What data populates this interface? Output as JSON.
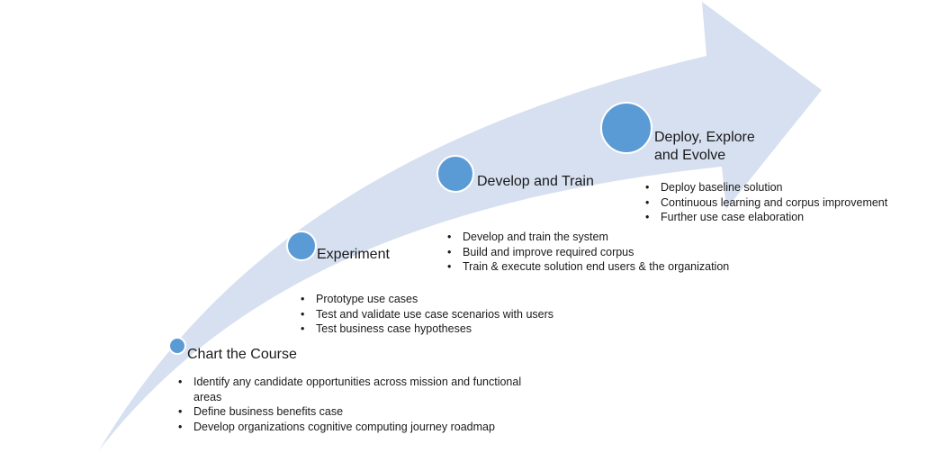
{
  "arrow_color": "#d6e0f0",
  "circle_color": "#5b9bd5",
  "stages": [
    {
      "title": "Chart the Course",
      "bullets": [
        "Identify any candidate opportunities across mission and functional areas",
        "Define business benefits case",
        "Develop organizations cognitive computing journey roadmap"
      ]
    },
    {
      "title": "Experiment",
      "bullets": [
        "Prototype use cases",
        "Test and validate use case scenarios with users",
        "Test business case hypotheses"
      ]
    },
    {
      "title": "Develop and Train",
      "bullets": [
        "Develop and train the system",
        "Build and improve required corpus",
        "Train & execute solution end users & the organization"
      ]
    },
    {
      "title": "Deploy, Explore and Evolve",
      "bullets": [
        "Deploy baseline solution",
        "Continuous learning and corpus improvement",
        "Further use case elaboration"
      ]
    }
  ]
}
